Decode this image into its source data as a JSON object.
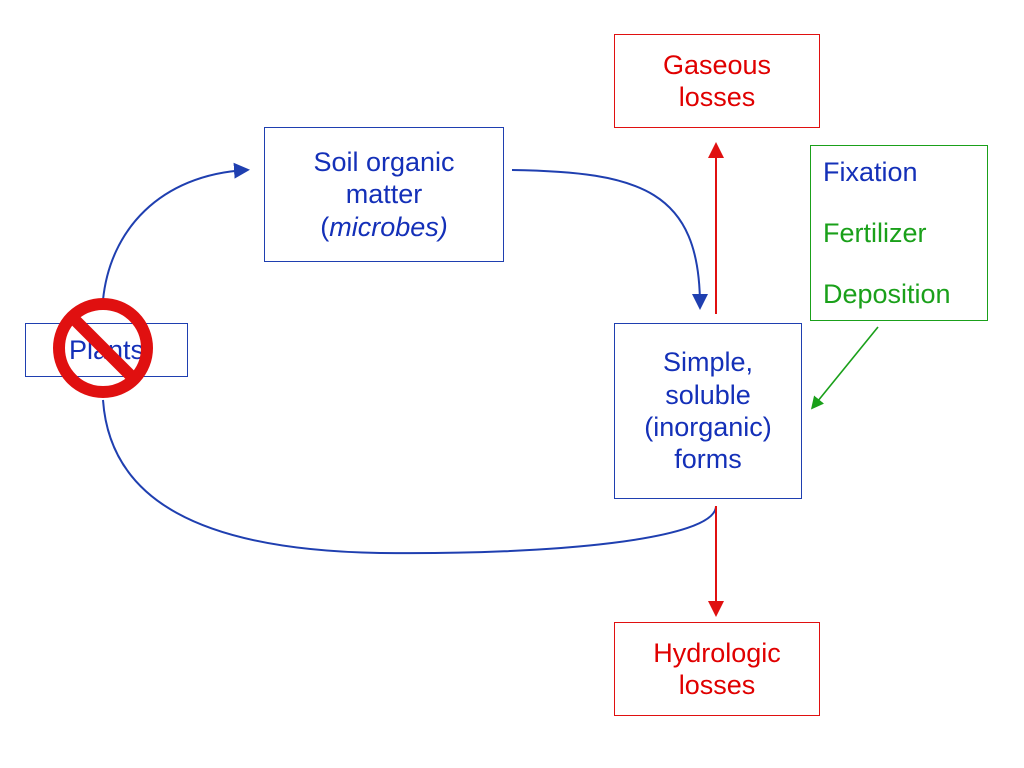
{
  "nodes": {
    "soil_organic_matter": {
      "line1": "Soil organic",
      "line2": "matter",
      "line3_open": "(",
      "line3_italic": "microbes)"
    },
    "simple_forms": {
      "line1": "Simple,",
      "line2": "soluble",
      "line3": "(inorganic)",
      "line4": "forms"
    },
    "gaseous_losses": {
      "line1": "Gaseous",
      "line2": "losses"
    },
    "hydrologic_losses": {
      "line1": "Hydrologic",
      "line2": "losses"
    },
    "plants": {
      "label": "Plants"
    },
    "inputs": {
      "fixation": "Fixation",
      "fertilizer": "Fertilizer",
      "deposition": "Deposition"
    }
  },
  "colors": {
    "blue": "#1430b8",
    "red": "#e00000",
    "green": "#1aa01a",
    "prohibition": "#e01010"
  },
  "icons": {
    "prohibition": "no-sign-icon"
  }
}
